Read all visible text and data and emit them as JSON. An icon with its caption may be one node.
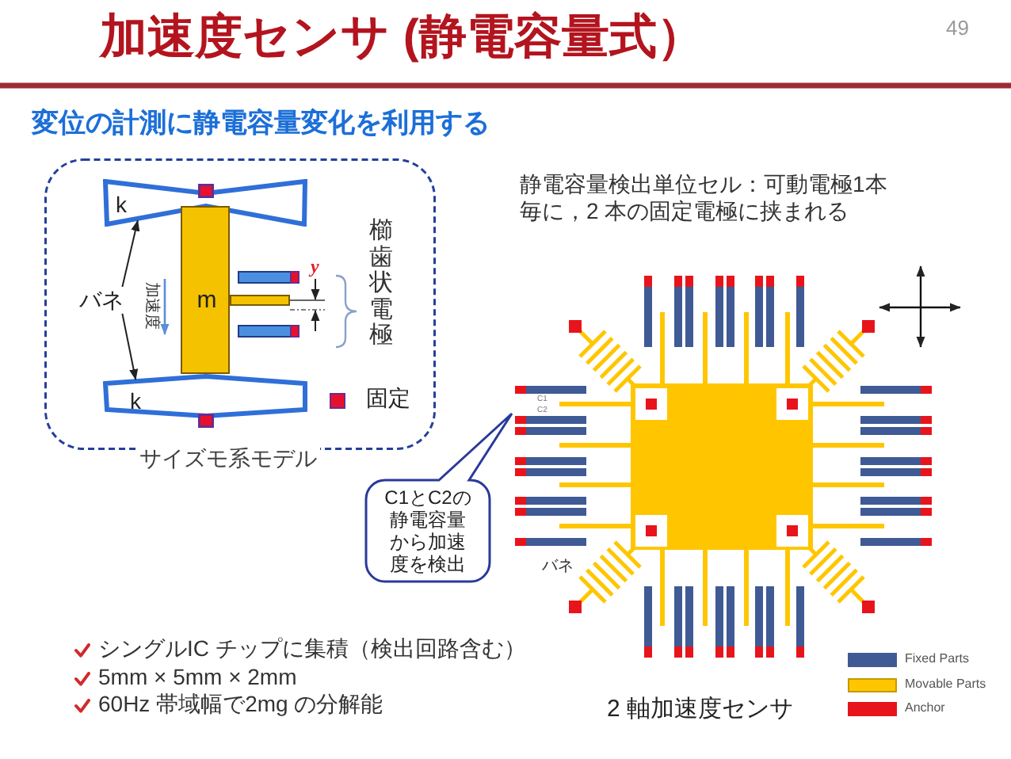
{
  "diagram": {
    "title": "加速度センサ (静電容量式）",
    "nodes": [
      {
        "text": [
          "サイズモ系モデル"
        ]
      },
      {
        "text": [
          "k"
        ],
        "in": 0
      },
      {
        "text": [
          "m"
        ],
        "in": 0
      },
      {
        "text": [
          "k"
        ],
        "in": 0
      },
      {
        "text": [
          "バネ"
        ],
        "in": 0
      },
      {
        "text": [
          "C1とC2の静電容量から加速度を検出"
        ]
      }
    ],
    "edges": [
      {
        "from": 4,
        "to": 1,
        "arrow": "to"
      },
      {
        "from": 4,
        "to": 3,
        "arrow": "to"
      }
    ],
    "labels": [
      "49",
      "変位の計測に静電容量変化を利用する",
      "静電容量検出単位セル：可動電極1本毎に，2 本の固定電極に挟まれる",
      "加速度",
      "y",
      "櫛歯状電極",
      "C1",
      "C2",
      "バネ",
      "シングルIC チップに集積（検出回路含む）",
      "5mm × 5mm × 2mm",
      "60Hz 帯域幅で2mg の分解能",
      "2 軸加速度センサ"
    ],
    "legend": [
      {
        "text": "固定",
        "color": "#e8112d"
      },
      {
        "text": "Fixed Parts",
        "color": "#3f5a94"
      },
      {
        "text": "Movable Parts",
        "color": "#ffc600"
      },
      {
        "text": "Anchor",
        "color": "#e8141c"
      }
    ]
  }
}
